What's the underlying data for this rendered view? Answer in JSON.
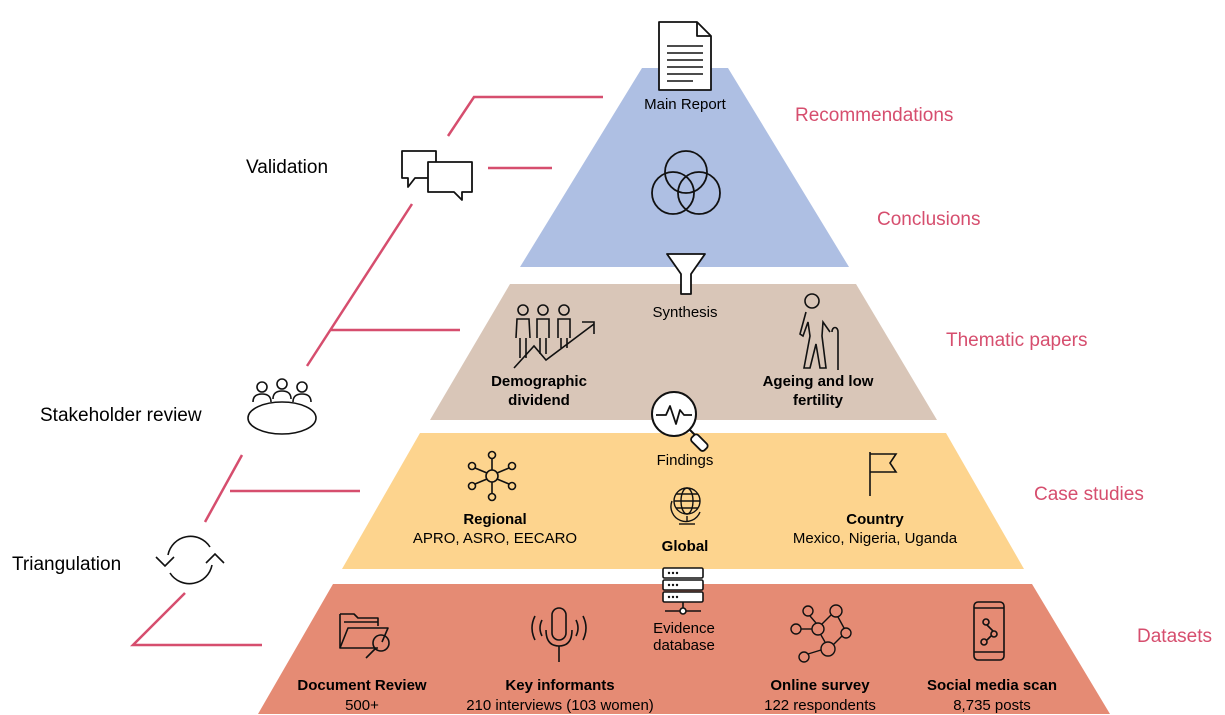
{
  "process_labels": {
    "validation": "Validation",
    "stakeholder_review": "Stakeholder review",
    "triangulation": "Triangulation"
  },
  "levels": {
    "recommendations": "Recommendations",
    "conclusions": "Conclusions",
    "thematic_papers": "Thematic papers",
    "case_studies": "Case studies",
    "datasets": "Datasets"
  },
  "pyramid": {
    "top": {
      "main_report": "Main Report"
    },
    "thematic": {
      "synthesis": "Synthesis",
      "demographic_title": "Demographic dividend",
      "ageing_title": "Ageing and low fertility"
    },
    "case": {
      "findings": "Findings",
      "regional_title": "Regional",
      "regional_detail": "APRO, ASRO, EECARO",
      "global_title": "Global",
      "country_title": "Country",
      "country_detail": "Mexico, Nigeria, Uganda"
    },
    "data": {
      "evidence_database": "Evidence database",
      "document_review_title": "Document Review",
      "document_review_value": "500+",
      "key_informants_title": "Key informants",
      "key_informants_value": "210 interviews (103 women)",
      "online_survey_title": "Online survey",
      "online_survey_value": "122 respondents",
      "social_media_title": "Social media scan",
      "social_media_value": "8,735 posts"
    }
  },
  "colors": {
    "accent_lines": "#d64e6e",
    "tier_top": "#aebfe3",
    "tier_thematic": "#d9c6b8",
    "tier_case": "#fdd48e",
    "tier_data": "#e58b74"
  }
}
